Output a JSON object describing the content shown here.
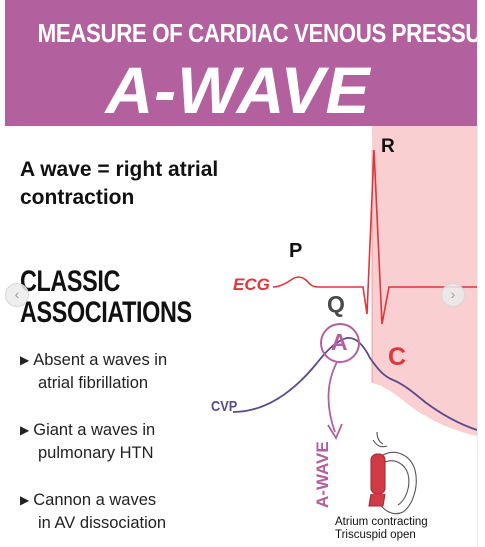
{
  "header": {
    "title_top": "MEASURE OF CARDIAC VENOUS PRESSURE",
    "title_main": "A-WAVE",
    "bg_color": "#b3609f"
  },
  "definition": {
    "line1": "A wave = right atrial",
    "line2": "contraction"
  },
  "associations": {
    "heading_line1": "CLASSIC",
    "heading_line2": "ASSOCIATIONS",
    "items": [
      {
        "line1": "Absent a waves in",
        "line2": "atrial fibrillation"
      },
      {
        "line1": "Giant a waves in",
        "line2": "pulmonary HTN"
      },
      {
        "line1": "Cannon a waves",
        "line2": "in AV dissociation"
      }
    ]
  },
  "diagram": {
    "ecg_label": "ECG",
    "cvp_label": "CVP",
    "p_label": "P",
    "q_label": "Q",
    "r_label": "R",
    "a_label": "A",
    "c_label": "C",
    "a_wave_vertical_label": "A-WAVE",
    "caption_line1": "Atrium contracting",
    "caption_line2": "Triscuspid open",
    "ecg_color": "#e0353a",
    "wave_color": "#5b4a8b",
    "shade_color": "#f9cfd2",
    "accent_color": "#b3609f"
  },
  "carousel": {
    "prev_icon": "‹",
    "next_icon": "›"
  }
}
